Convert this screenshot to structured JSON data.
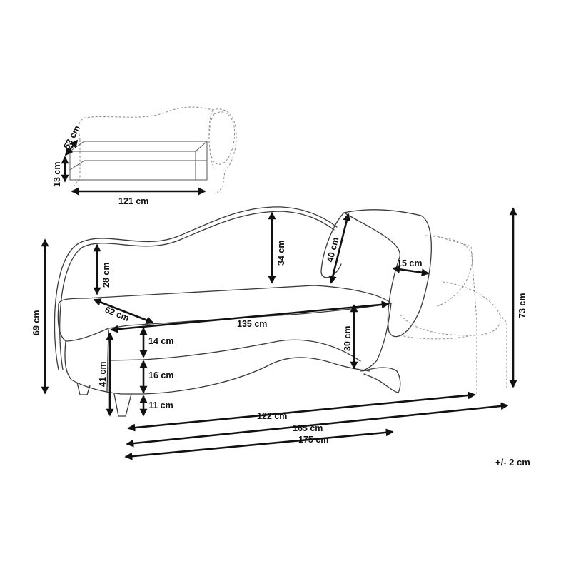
{
  "dimensions": {
    "width_drawer": "121 cm",
    "depth_drawer": "53 cm",
    "height_drawer": "13 cm",
    "armrest_height": "28 cm",
    "back_height": "34 cm",
    "cushion_length": "40 cm",
    "cushion_diameter": "15 cm",
    "total_height_left": "69 cm",
    "total_height_right": "73 cm",
    "seat_depth": "62 cm",
    "seat_length": "135 cm",
    "seat_cushion_thickness": "14 cm",
    "base_height": "16 cm",
    "leg_height": "11 cm",
    "seat_height": "41 cm",
    "arm_height_right": "30 cm",
    "base_length": "122 cm",
    "length_165": "165 cm",
    "length_175": "175 cm"
  },
  "tolerance": "+/- 2 cm"
}
